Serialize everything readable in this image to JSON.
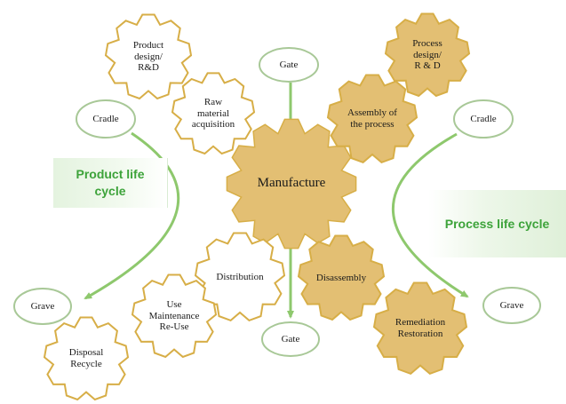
{
  "colors": {
    "gear_fill_tan": "#e3bf73",
    "gear_fill_white": "#ffffff",
    "gear_stroke": "#d7ae47",
    "oval_stroke": "#a8c897",
    "arrow": "#8ec86d",
    "band_text": "#3da33a"
  },
  "center": {
    "label": "Manufacture"
  },
  "gears": [
    {
      "id": "product-design",
      "label": "Product\ndesign/\nR&D",
      "fill": "white"
    },
    {
      "id": "raw-material",
      "label": "Raw\nmaterial\nacquisition",
      "fill": "white"
    },
    {
      "id": "process-design",
      "label": "Process\ndesign/\nR & D",
      "fill": "tan"
    },
    {
      "id": "assembly",
      "label": "Assembly of\nthe process",
      "fill": "tan"
    },
    {
      "id": "distribution",
      "label": "Distribution",
      "fill": "white"
    },
    {
      "id": "use-maintenance",
      "label": "Use\nMaintenance\nRe-Use",
      "fill": "white"
    },
    {
      "id": "disposal",
      "label": "Disposal\nRecycle",
      "fill": "white"
    },
    {
      "id": "disassembly",
      "label": "Disassembly",
      "fill": "tan"
    },
    {
      "id": "remediation",
      "label": "Remediation\nRestoration",
      "fill": "tan"
    }
  ],
  "ovals": [
    {
      "id": "gate-top",
      "label": "Gate"
    },
    {
      "id": "cradle-left",
      "label": "Cradle"
    },
    {
      "id": "cradle-right",
      "label": "Cradle"
    },
    {
      "id": "grave-left",
      "label": "Grave"
    },
    {
      "id": "grave-right",
      "label": "Grave"
    },
    {
      "id": "gate-bottom",
      "label": "Gate"
    }
  ],
  "bands": {
    "product": "Product life\ncycle",
    "process": "Process life cycle"
  }
}
